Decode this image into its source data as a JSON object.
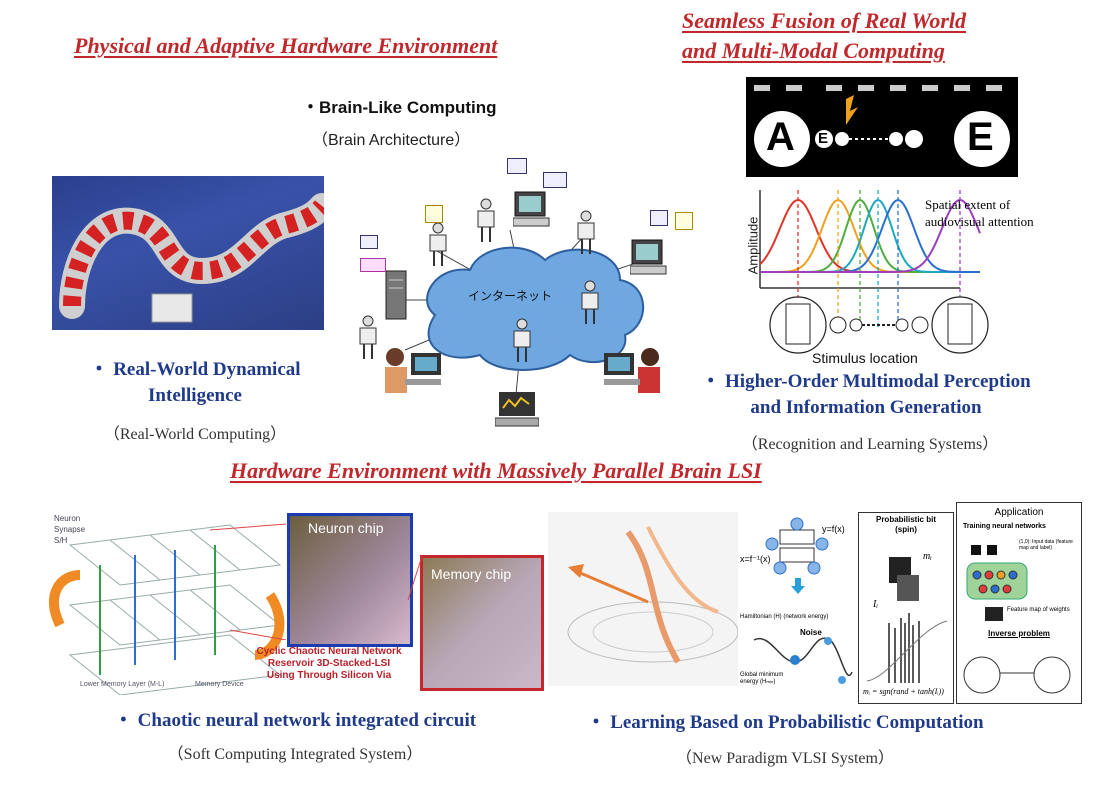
{
  "titles": {
    "physical": "Physical and Adaptive Hardware Environment",
    "fusion_line1": "Seamless Fusion of Real World",
    "fusion_line2": "and Multi-Modal Computing",
    "massively_parallel": "Hardware Environment with Massively Parallel Brain LSI"
  },
  "brain_like": {
    "heading": "・Brain-Like Computing",
    "sub": "（Brain Architecture）",
    "cloud_label": "インターネット"
  },
  "real_world": {
    "heading_line1": "・ Real-World Dynamical",
    "heading_line2": "Intelligence",
    "sub": "（Real-World Computing）"
  },
  "multimodal": {
    "letters": [
      "A",
      "E",
      "E"
    ],
    "spatial_label_line1": "Spatial extent of",
    "spatial_label_line2": "audiovisual attention",
    "ylabel": "Amplitude",
    "xlabel": "Stimulus location",
    "curve_colors": [
      "#e0342a",
      "#f0a020",
      "#4fae3c",
      "#1fa8c0",
      "#2b6fce",
      "#9b3fbf"
    ],
    "heading_line1": "・ Higher-Order Multimodal Perception",
    "heading_line2": "and Information Generation",
    "sub": "（Recognition and Learning Systems）"
  },
  "chaotic": {
    "legend": [
      "Neuron",
      "Synapse",
      "S/H"
    ],
    "neuron_chip": "Neuron chip",
    "memory_chip": "Memory chip",
    "caption_line1": "Cyclic Chaotic Neural Network",
    "caption_line2": "Reservoir 3D-Stacked-LSI",
    "caption_line3": "Using Through Silicon Via",
    "lower_layer": "Lower Memory Layer (M-L)",
    "memory_device": "Memory Device",
    "heading": "・ Chaotic neural network integrated circuit",
    "sub": "（Soft Computing Integrated System）"
  },
  "probabilistic": {
    "eq_top": "y=f(x)",
    "eq_inv": "x=f⁻¹(x)",
    "hamiltonian": "Hamiltonian (H) (network energy)",
    "noise": "Noise",
    "global_min": "Global minimum energy (Hₘᵢₙ)",
    "prob_bit_line1": "Probabilistic bit",
    "prob_bit_line2": "(spin)",
    "m_i": "mᵢ",
    "I_i": "Iᵢ",
    "formula": "mᵢ = sgn(rand + tanh(Iᵢ))",
    "app_title": "Application",
    "training": "Training neural networks",
    "input_data": "(1,0): Input data (feature map and label)",
    "feature_map": "Feature map of weights",
    "inverse": "Inverse problem",
    "heading": "・ Learning Based on Probabilistic Computation",
    "sub": "（New Paradigm VLSI System）"
  }
}
